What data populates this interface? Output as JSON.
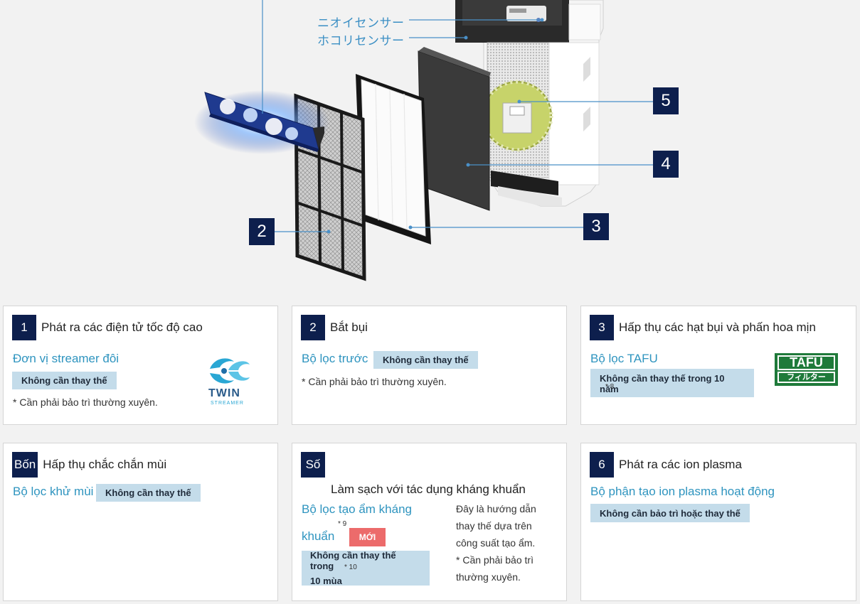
{
  "diagram": {
    "sensor_labels": [
      "ニオイセンサー",
      "ホコリセンサー"
    ],
    "callouts": [
      "2",
      "3",
      "4",
      "5"
    ]
  },
  "cards": [
    {
      "num": "1",
      "title": "Phát ra các điện tử tốc độ cao",
      "part": "Đơn vị streamer đôi",
      "tag": "Không cần thay thế",
      "note": "* Cần phải bảo trì thường xuyên.",
      "logo": {
        "line1": "TWIN",
        "line2": "STREAMER"
      }
    },
    {
      "num": "2",
      "title": "Bắt bụi",
      "part": "Bộ lọc trước",
      "tag": "Không cần thay thế",
      "note": "* Cần phải bảo trì thường xuyên."
    },
    {
      "num": "3",
      "title": "Hấp thụ các hạt bụi và phấn hoa mịn",
      "part": "Bộ lọc TAFU",
      "tag": "Không cần thay thế trong 10 năm",
      "tag_sup": "* 8",
      "logo": {
        "line1": "TAFU",
        "line2": "フィルター"
      }
    },
    {
      "num": "Bốn",
      "title": "Hấp thụ chắc chắn mùi",
      "part": "Bộ lọc khử mùi",
      "tag": "Không cần thay thế"
    },
    {
      "num": "Số",
      "title": "Làm sạch với tác dụng kháng khuẩn",
      "part_line1": "Bộ lọc tạo ẩm kháng",
      "part_line2": "khuẩn",
      "part_sup": "* 9",
      "new_badge": "MỚI",
      "tag_line1": "Không cần thay thế trong",
      "tag_line2": "10 mùa",
      "tag_sup": "* 10",
      "side_note": [
        "Đây là hướng dẫn",
        "thay thế dựa trên",
        "công suất tạo ẩm.",
        "* Cần phải bảo trì",
        "thường xuyên."
      ]
    },
    {
      "num": "6",
      "title": "Phát ra các ion plasma",
      "part": "Bộ phận tạo ion plasma hoạt động",
      "tag": "Không cần bảo trì hoặc thay thế"
    }
  ],
  "colors": {
    "navy": "#0d1f4d",
    "accent": "#2e94bf",
    "tag_bg": "#c4dcea",
    "new_badge": "#ec6b6b"
  }
}
